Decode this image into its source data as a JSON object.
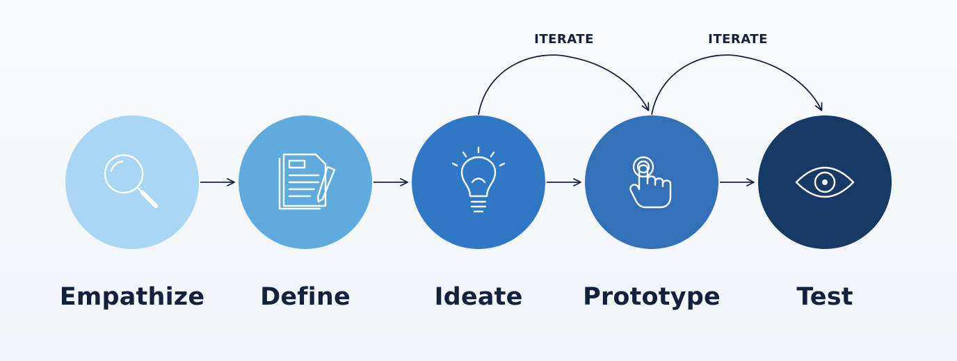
{
  "stages": [
    {
      "label": "Empathize",
      "icon": "magnifier-icon",
      "color": "#a9d6f2"
    },
    {
      "label": "Define",
      "icon": "document-pencil-icon",
      "color": "#5fabdd"
    },
    {
      "label": "Ideate",
      "icon": "lightbulb-icon",
      "color": "#2e78c6"
    },
    {
      "label": "Prototype",
      "icon": "touch-hand-icon",
      "color": "#3470b8"
    },
    {
      "label": "Test",
      "icon": "eye-icon",
      "color": "#163a63"
    }
  ],
  "iterate_loops": [
    {
      "label": "ITERATE",
      "from": "Ideate",
      "to": "Prototype"
    },
    {
      "label": "ITERATE",
      "from": "Prototype",
      "to": "Test"
    }
  ],
  "colors": {
    "background": "#f6f8fb",
    "text": "#14213d",
    "arrow": "#14213d",
    "icon_stroke": "#ffffff"
  }
}
